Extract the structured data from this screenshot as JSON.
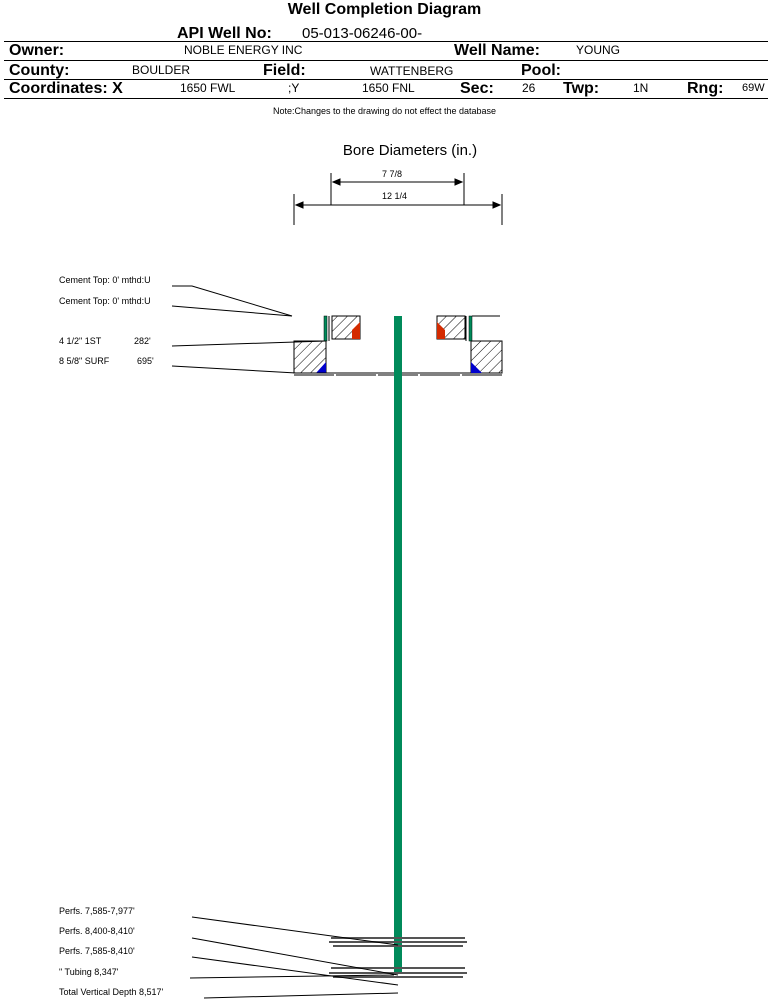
{
  "header": {
    "title": "Well Completion Diagram",
    "api_label": "API Well No:",
    "api_value": "05-013-06246-00-",
    "owner_label": "Owner:",
    "owner_value": "NOBLE ENERGY INC",
    "well_name_label": "Well Name:",
    "well_name_value": "YOUNG",
    "county_label": "County:",
    "county_value": "BOULDER",
    "field_label": "Field:",
    "field_value": "WATTENBERG",
    "pool_label": "Pool:",
    "pool_value": "",
    "coord_x_label": "Coordinates: X",
    "coord_x_value": "1650 FWL",
    "coord_y_label": ";Y",
    "coord_y_value": "1650 FNL",
    "sec_label": "Sec:",
    "sec_value": "26",
    "twp_label": "Twp:",
    "twp_value": "1N",
    "rng_label": "Rng:",
    "rng_value": "69W"
  },
  "note": "Note:Changes to the drawing do not effect the database",
  "bore": {
    "title": "Bore Diameters (in.)",
    "inner": "7 7/8",
    "outer": "12 1/4"
  },
  "annotations_top": [
    "Cement Top: 0' mthd:U",
    "Cement Top: 0' mthd:U"
  ],
  "casings": [
    {
      "name": "4 1/2\" 1ST",
      "depth": "282'"
    },
    {
      "name": "8 5/8\" SURF",
      "depth": "695'"
    }
  ],
  "annotations_bottom": [
    "Perfs. 7,585-7,977'",
    "Perfs. 8,400-8,410'",
    "Perfs. 7,585-8,410'",
    "\" Tubing 8,347'",
    "Total Vertical Depth 8,517'"
  ],
  "colors": {
    "tubing": "#008a5a",
    "cement_inner": "#d42b00",
    "cement_outer": "#0000cc"
  }
}
